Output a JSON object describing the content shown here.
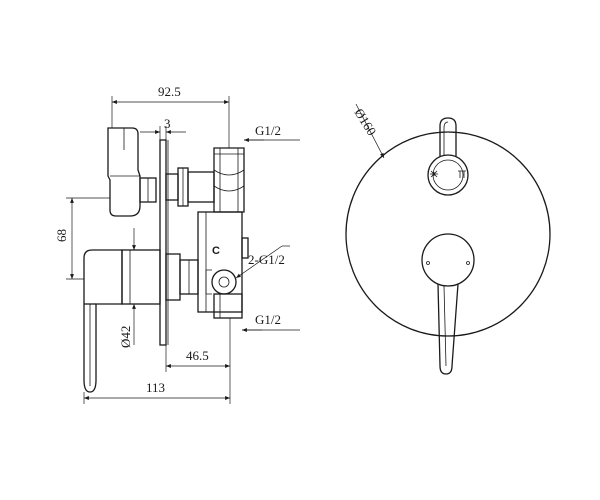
{
  "dimensions": {
    "d92_5": "92.5",
    "d3": "3",
    "g_top": "G1/2",
    "d68": "68",
    "g_side": "2-G1/2",
    "g_bottom": "G1/2",
    "d42": "Ø42",
    "d46_5": "46.5",
    "d113": "113",
    "d160": "Ø160",
    "label_c": "C"
  },
  "colors": {
    "line": "#1a1a1a",
    "background": "#ffffff"
  },
  "icons": [
    "cold-symbol-icon",
    "hot-symbol-icon"
  ]
}
